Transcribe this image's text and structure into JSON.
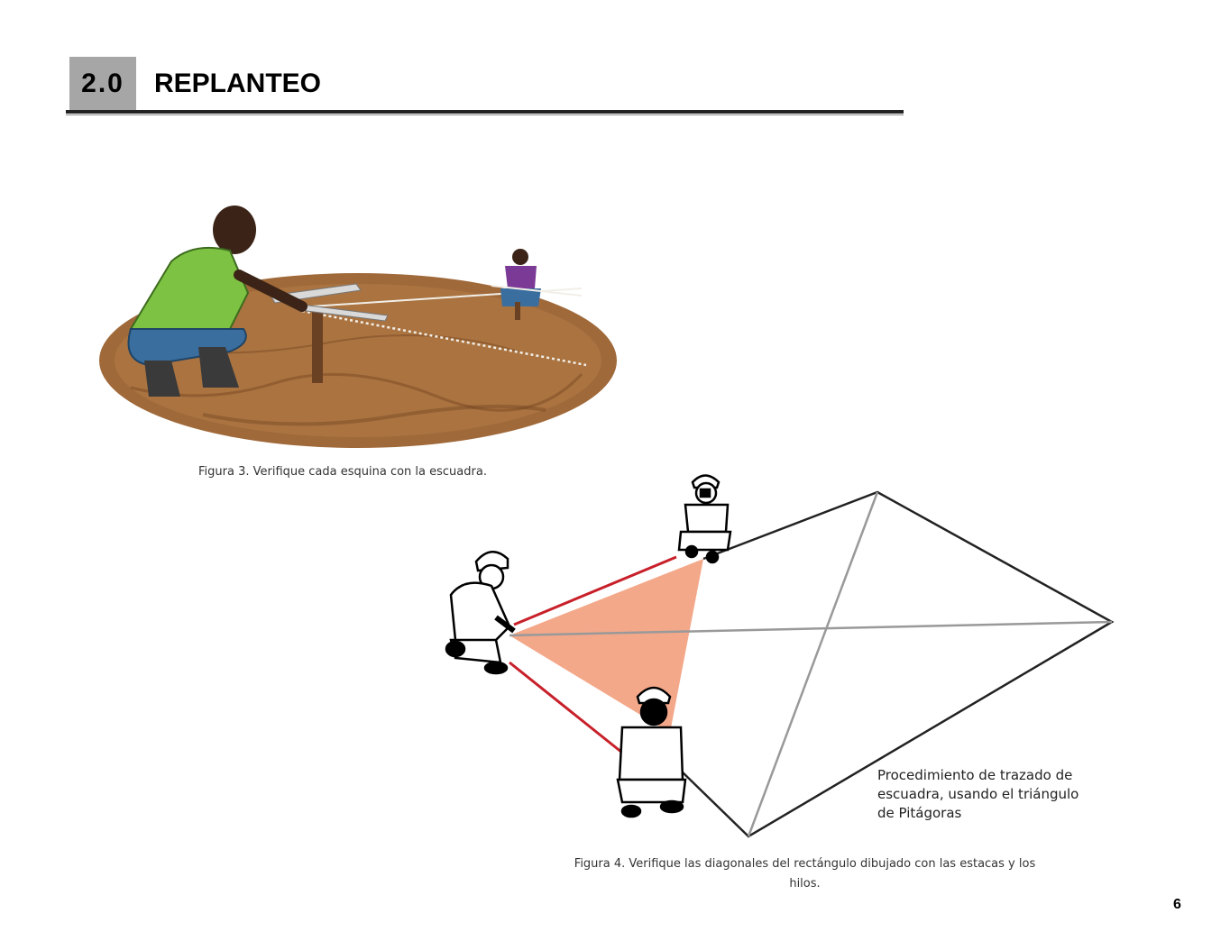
{
  "header": {
    "section_number": "2.0",
    "section_title": "REPLANTEO"
  },
  "figure3": {
    "caption": "Figura 3. Verifique cada esquina con la escuadra."
  },
  "figure4": {
    "annotation": "Procedimiento de trazado de escuadra, usando el triángulo de Pitágoras",
    "caption": "Figura 4. Verifique las diagonales del rectángulo dibujado con las estacas y los hilos."
  },
  "page": {
    "number": "6"
  },
  "colors": {
    "section_box": "#a6a6a6",
    "triangle_fill": "#f4a88a",
    "string_red": "#c8202a",
    "shirt_green": "#7dc242",
    "ground_brown": "#a0693a"
  }
}
